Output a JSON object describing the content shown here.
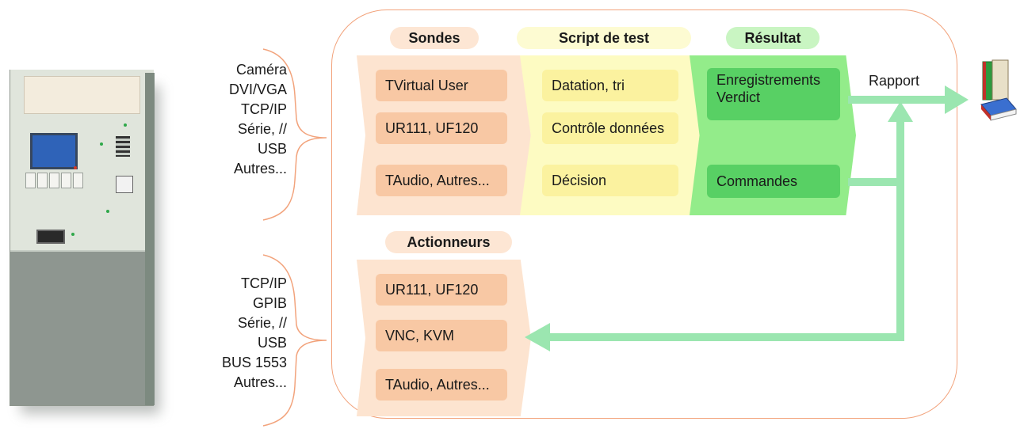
{
  "sondes": {
    "title": "Sondes",
    "items": [
      "TVirtual User",
      "UR111, UF120",
      "TAudio, Autres..."
    ]
  },
  "script": {
    "title": "Script de test",
    "items": [
      "Datation, tri",
      "Contrôle données",
      "Décision"
    ]
  },
  "resultat": {
    "title": "Résultat",
    "items": [
      "Enregistrements\nVerdict",
      "Commandes"
    ]
  },
  "actionneurs": {
    "title": "Actionneurs",
    "items": [
      "UR111, UF120",
      "VNC, KVM",
      "TAudio, Autres..."
    ]
  },
  "inputs_label": "Caméra\nDVI/VGA\nTCP/IP\nSérie, //\nUSB\nAutres...",
  "outputs_label": "TCP/IP\nGPIB\nSérie, //\nUSB\nBUS 1553\nAutres...",
  "rapport_label": "Rapport",
  "colors": {
    "frame": "#f2a37c",
    "peach": "#fde4d0",
    "yellow": "#fdfbc2",
    "green": "#93ec8a",
    "arrow": "#9be6b0"
  },
  "icons": [
    "ticket-machine-icon",
    "report-book-icon"
  ]
}
